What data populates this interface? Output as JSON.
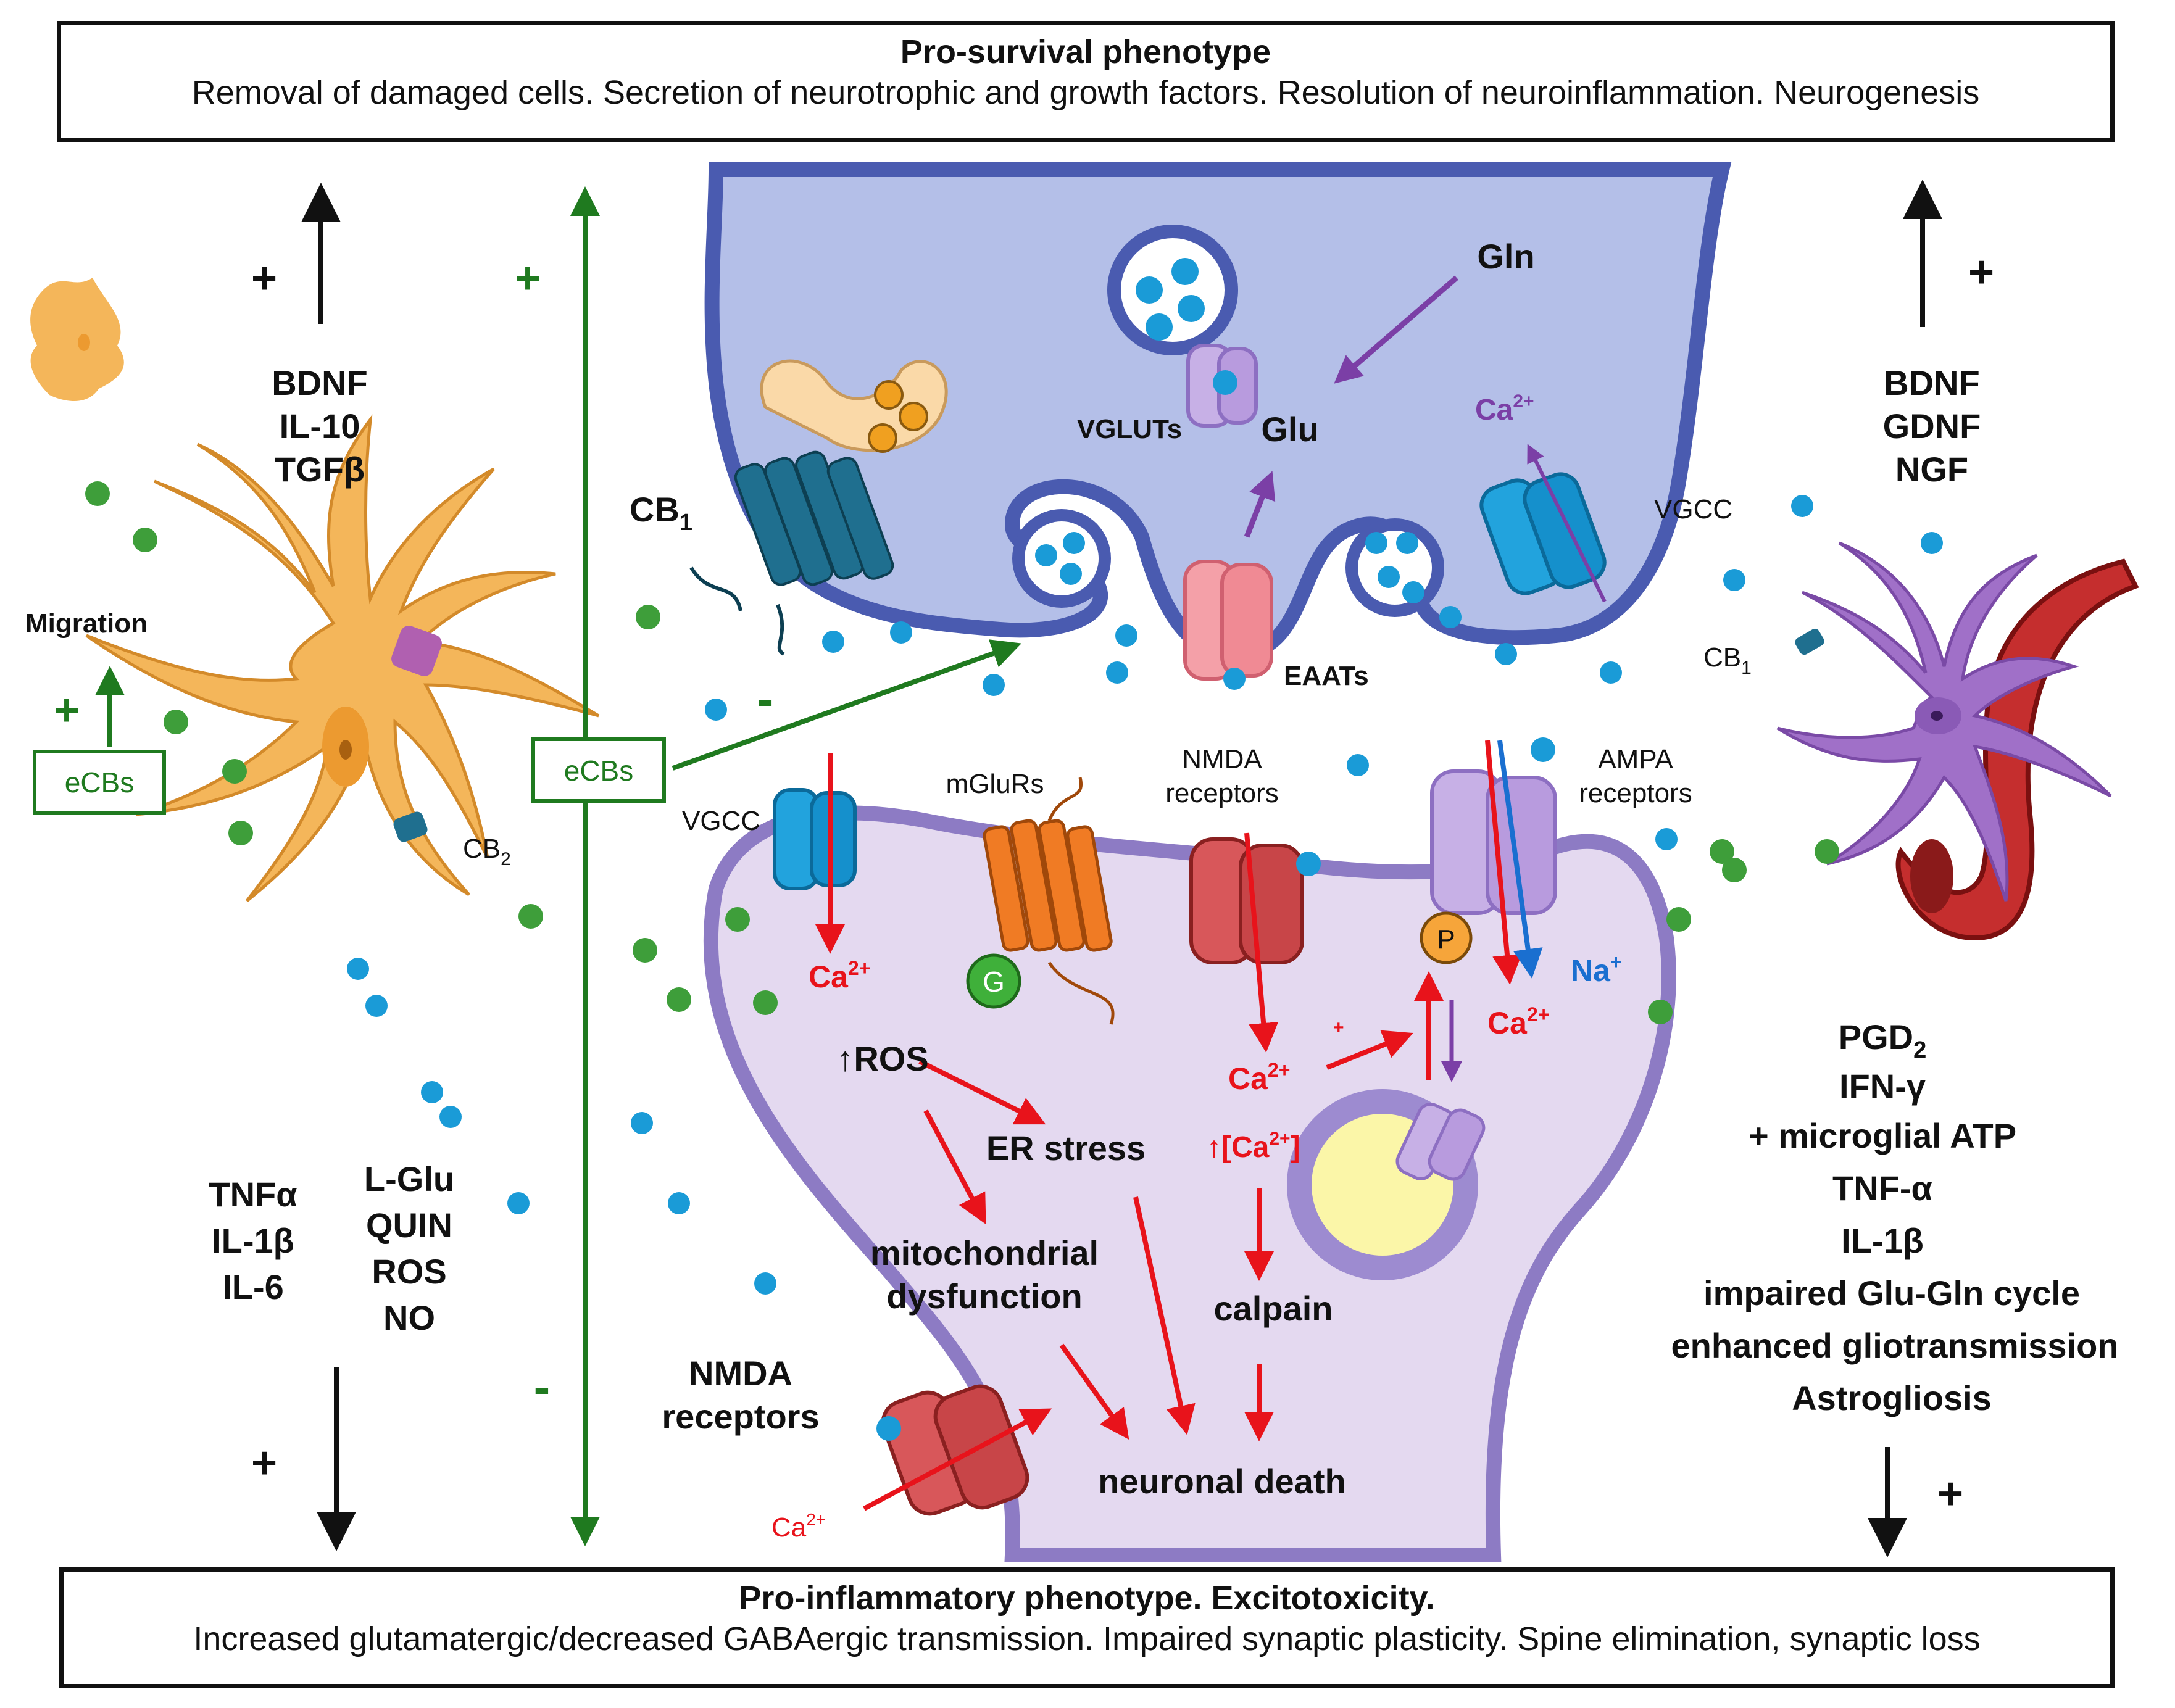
{
  "top_box": {
    "title": "Pro-survival phenotype",
    "subtitle": "Removal of damaged cells. Secretion of neurotrophic and growth factors. Resolution of neuroinflammation. Neurogenesis"
  },
  "bottom_box": {
    "title": "Pro-inflammatory phenotype. Excitotoxicity.",
    "subtitle": "Increased glutamatergic/decreased GABAergic transmission. Impaired synaptic plasticity. Spine elimination, synaptic loss"
  },
  "left": {
    "plus_top": "+",
    "green_plus_top": "+",
    "survival_factors": [
      "BDNF",
      "IL-10",
      "TGFβ"
    ],
    "migration": "Migration",
    "migration_plus": "+",
    "ecbs_small": "eCBs",
    "cb2": "CB",
    "cb2_sub": "2",
    "cytokines": [
      "TNFα",
      "IL-1β",
      "IL-6"
    ],
    "toxins": [
      "L-Glu",
      "QUIN",
      "ROS",
      "NO"
    ],
    "plus_bottom": "+",
    "green_minus": "-"
  },
  "center": {
    "ecbs": "eCBs",
    "minus": "-",
    "cb1": "CB",
    "cb1_sub": "1",
    "vgluts": "VGLUTs",
    "glu": "Glu",
    "gln": "Gln",
    "ca_pre": "Ca",
    "ca_sup": "2+",
    "vgcc_pre": "VGCC",
    "eaats": "EAATs",
    "vgcc_post": "VGCC",
    "mglurs": "mGluRs",
    "nmda_top": [
      "NMDA",
      "receptors"
    ],
    "ampa": [
      "AMPA",
      "receptors"
    ],
    "ca_vgcc": "Ca",
    "ca_nmda": "Ca",
    "ca_ampa": "Ca",
    "na": "Na",
    "na_sup": "+",
    "p": "P",
    "g": "G",
    "small_plus": "+",
    "ros": "↑ROS",
    "er_stress": "ER stress",
    "ca_conc": "↑[Ca",
    "ca_conc_end": "]",
    "mito": [
      "mitochondrial",
      "dysfunction"
    ],
    "calpain": "calpain",
    "nmda_bottom": [
      "NMDA",
      "receptors"
    ],
    "ca_bottom": "Ca",
    "death": "neuronal death"
  },
  "right": {
    "plus_top": "+",
    "factors": [
      "BDNF",
      "GDNF",
      "NGF"
    ],
    "cb1": "CB",
    "cb1_sub": "1",
    "mediators": [
      "PGD",
      "IFN-γ",
      "+ microglial ATP",
      "TNF-α",
      "IL-1β",
      "impaired Glu-Gln  cycle",
      "enhanced gliotransmission",
      "Astrogliosis"
    ],
    "pgd_sub": "2",
    "plus_bottom": "+"
  },
  "colors": {
    "green": "#1f7a1f",
    "red": "#e8131b",
    "purple": "#7b3fa6",
    "blue_dot": "#1a9bd7",
    "green_dot": "#3e9e3a",
    "astro": "#f4b65a",
    "pre_fill": "#b4bfe8",
    "pre_stroke": "#4a5bb0",
    "post_fill": "#e4d9f0",
    "post_stroke": "#8d7bc4"
  }
}
